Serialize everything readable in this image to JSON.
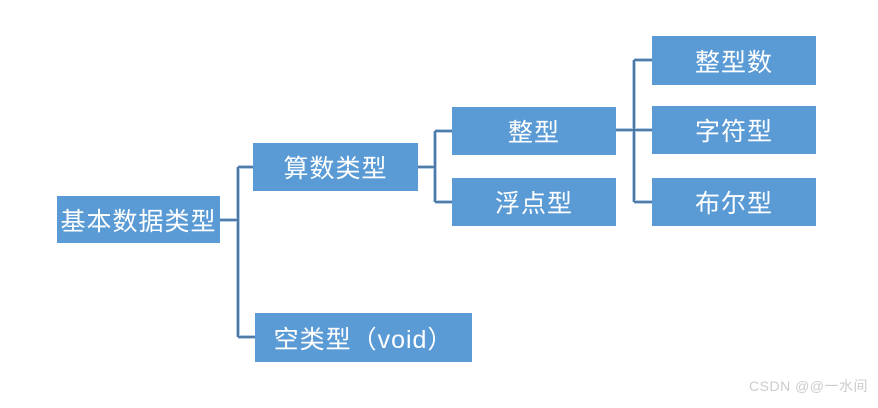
{
  "diagram": {
    "title_semantic": "basic-data-types-hierarchy",
    "root_label": "基本数据类型",
    "nodes": {
      "arithmetic": "算数类型",
      "void": "空类型（void）",
      "integer": "整型",
      "float": "浮点型",
      "integer_number": "整型数",
      "character": "字符型",
      "boolean": "布尔型"
    },
    "hierarchy": {
      "基本数据类型": {
        "算数类型": {
          "整型": [
            "整型数",
            "字符型",
            "布尔型"
          ],
          "浮点型": []
        },
        "空类型（void）": []
      }
    }
  },
  "watermark": "CSDN @@一水间",
  "colors": {
    "box_fill": "#5b9bd5",
    "box_text": "#ffffff",
    "connector_dark": "#41719c",
    "connector_light": "#b4cde8",
    "background": "#ffffff",
    "watermark_text": "#cccccc"
  }
}
